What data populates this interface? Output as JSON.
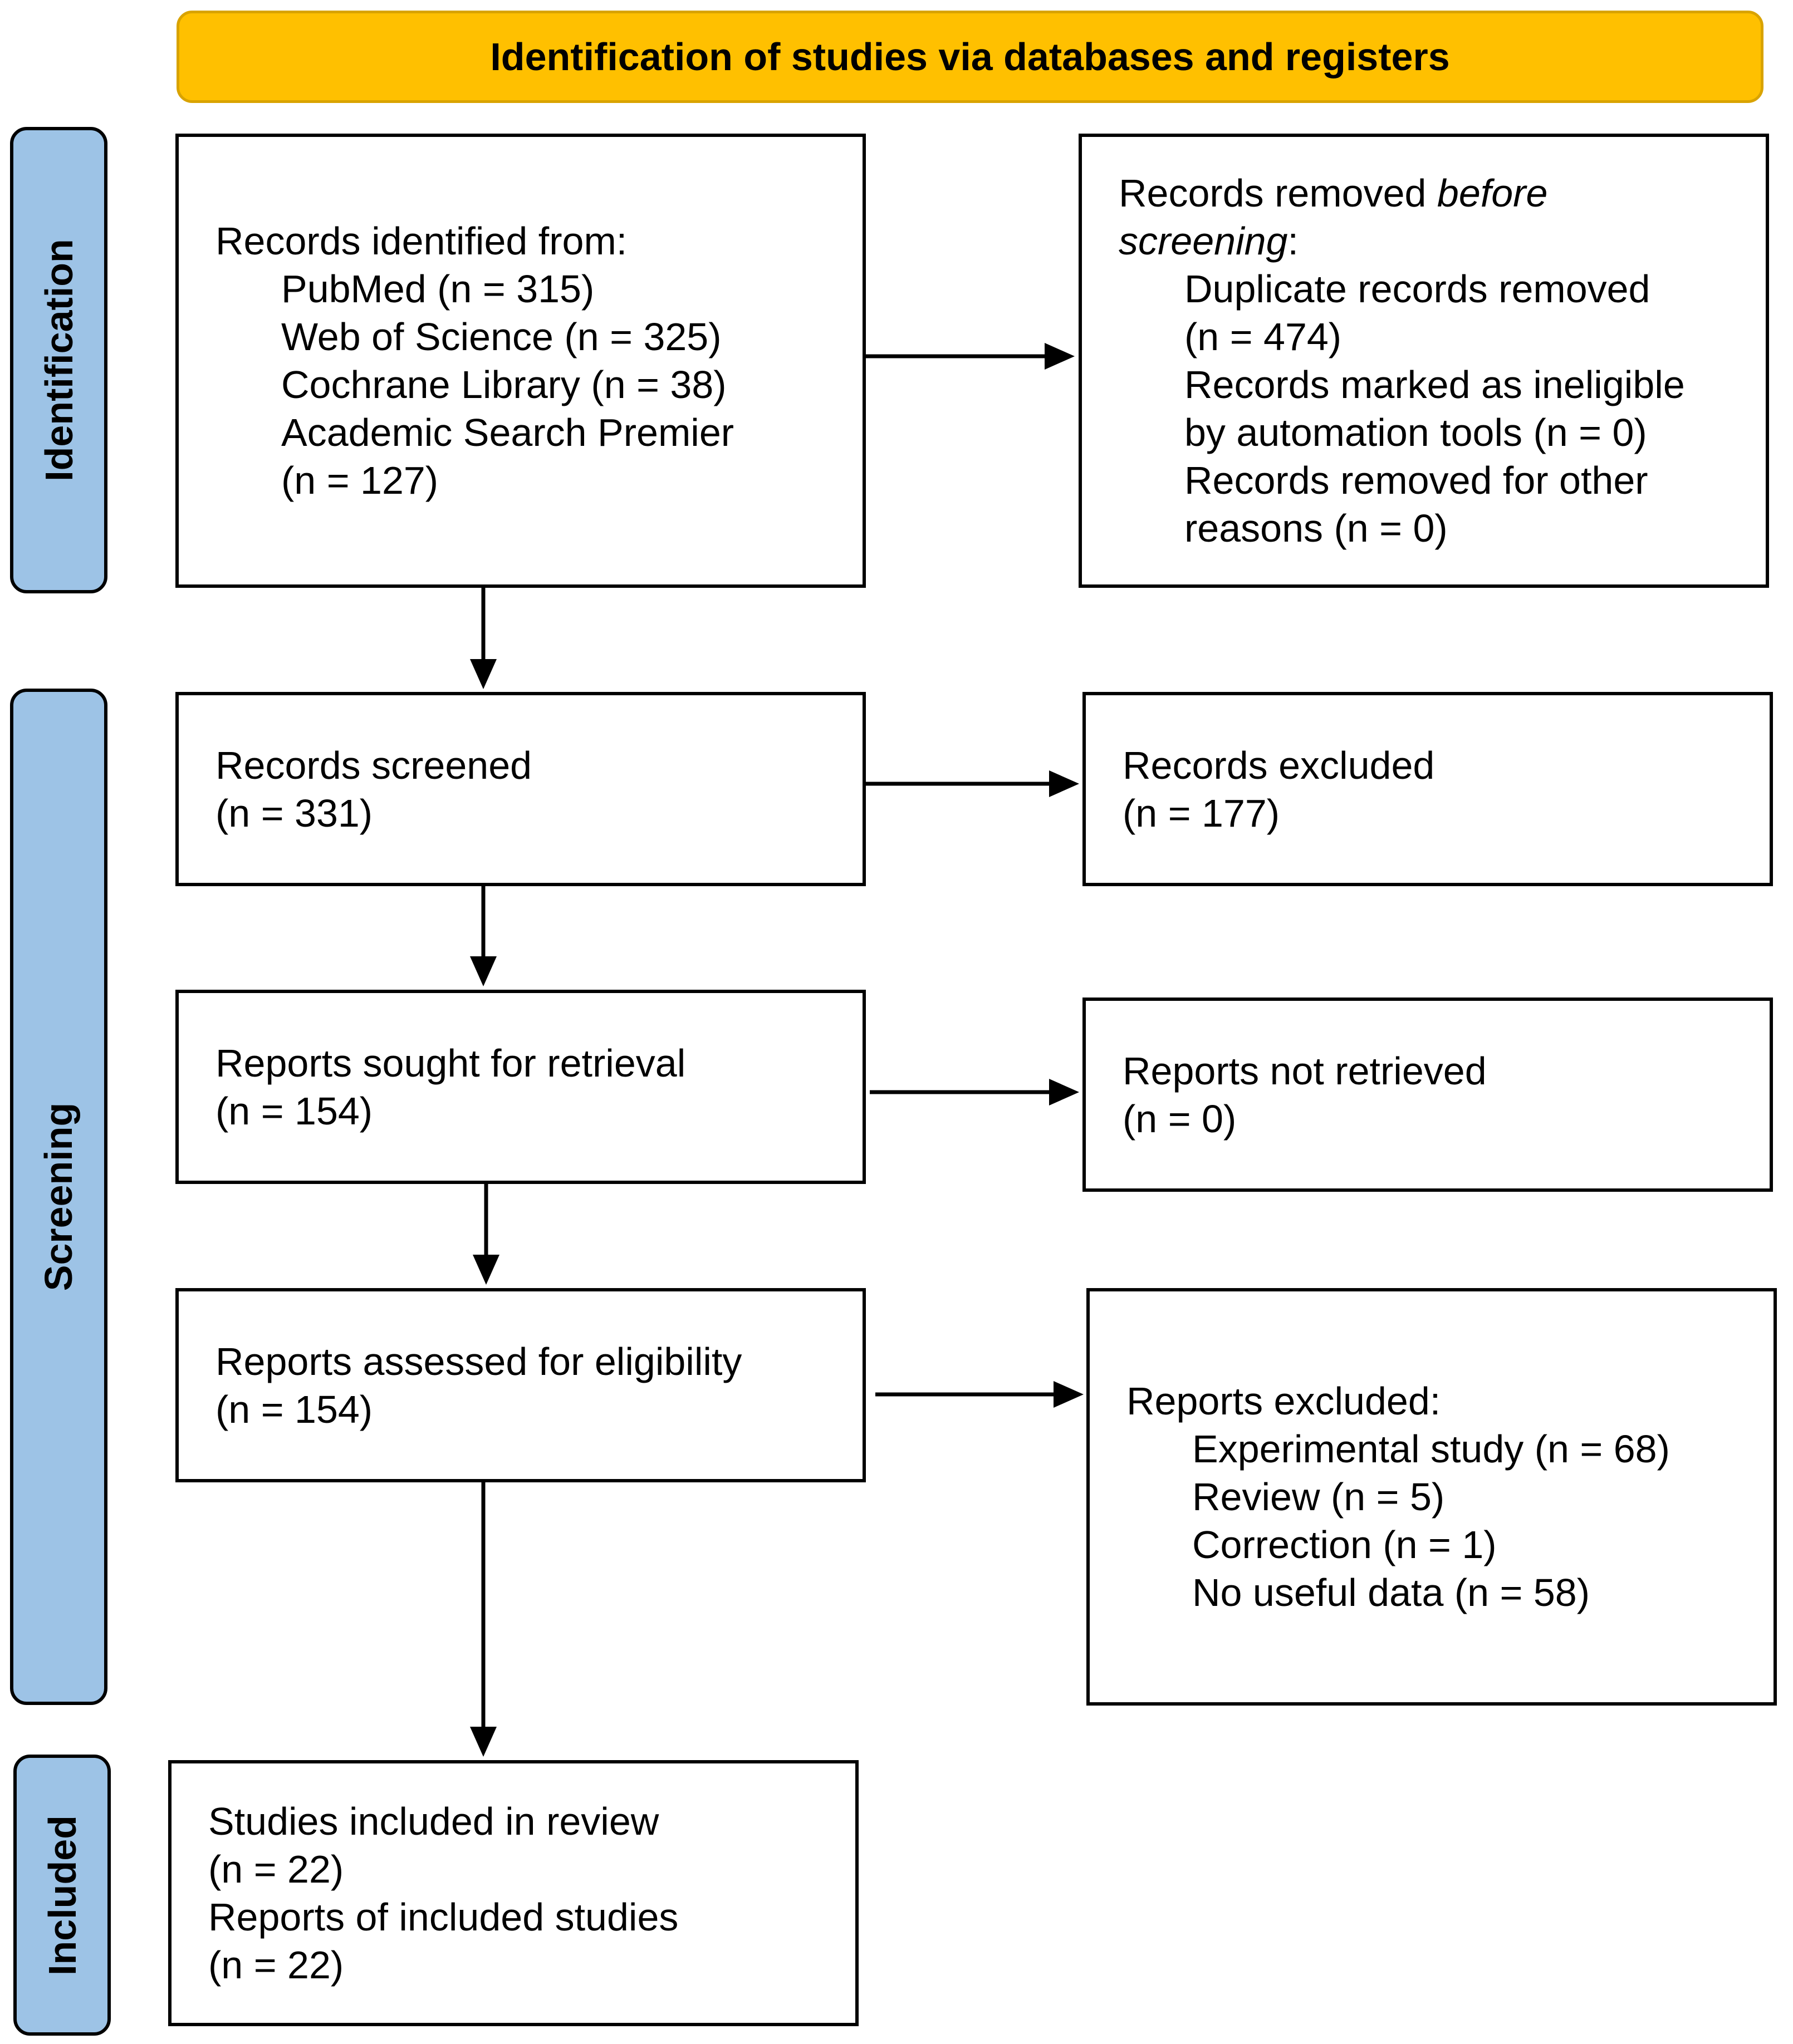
{
  "banner": {
    "title": "Identification of studies via databases and registers",
    "color": "#FFC000"
  },
  "phases": {
    "identification": "Identification",
    "screening": "Screening",
    "included": "Included",
    "color": "#9DC3E6"
  },
  "identified": {
    "heading": "Records identified from:",
    "sources": [
      "PubMed (n = 315)",
      "Web of Science (n = 325)",
      "Cochrane Library (n = 38)",
      "Academic Search Premier",
      "(n = 127)"
    ]
  },
  "removed": {
    "heading_part1": "Records removed ",
    "heading_italic1": "before",
    "heading_italic2": "screening",
    "heading_colon": ":",
    "items": [
      "Duplicate records removed",
      "(n = 474)",
      "Records marked as ineligible",
      "by automation tools (n = 0)",
      "Records removed for other",
      "reasons (n = 0)"
    ]
  },
  "screened": {
    "label": "Records screened",
    "count": "(n = 331)"
  },
  "excluded_records": {
    "label": "Records excluded",
    "count": "(n = 177)"
  },
  "sought": {
    "label": "Reports sought for retrieval",
    "count": "(n = 154)"
  },
  "not_retrieved": {
    "label": "Reports not retrieved",
    "count": "(n = 0)"
  },
  "assessed": {
    "label": "Reports assessed for eligibility",
    "count": "(n = 154)"
  },
  "reports_excluded": {
    "heading": "Reports excluded:",
    "items": [
      "Experimental study (n = 68)",
      "Review (n = 5)",
      "Correction (n = 1)",
      "No useful data (n = 58)"
    ]
  },
  "included": {
    "studies_label": "Studies included in review",
    "studies_count": "(n = 22)",
    "reports_label": "Reports of included studies",
    "reports_count": "(n = 22)"
  }
}
